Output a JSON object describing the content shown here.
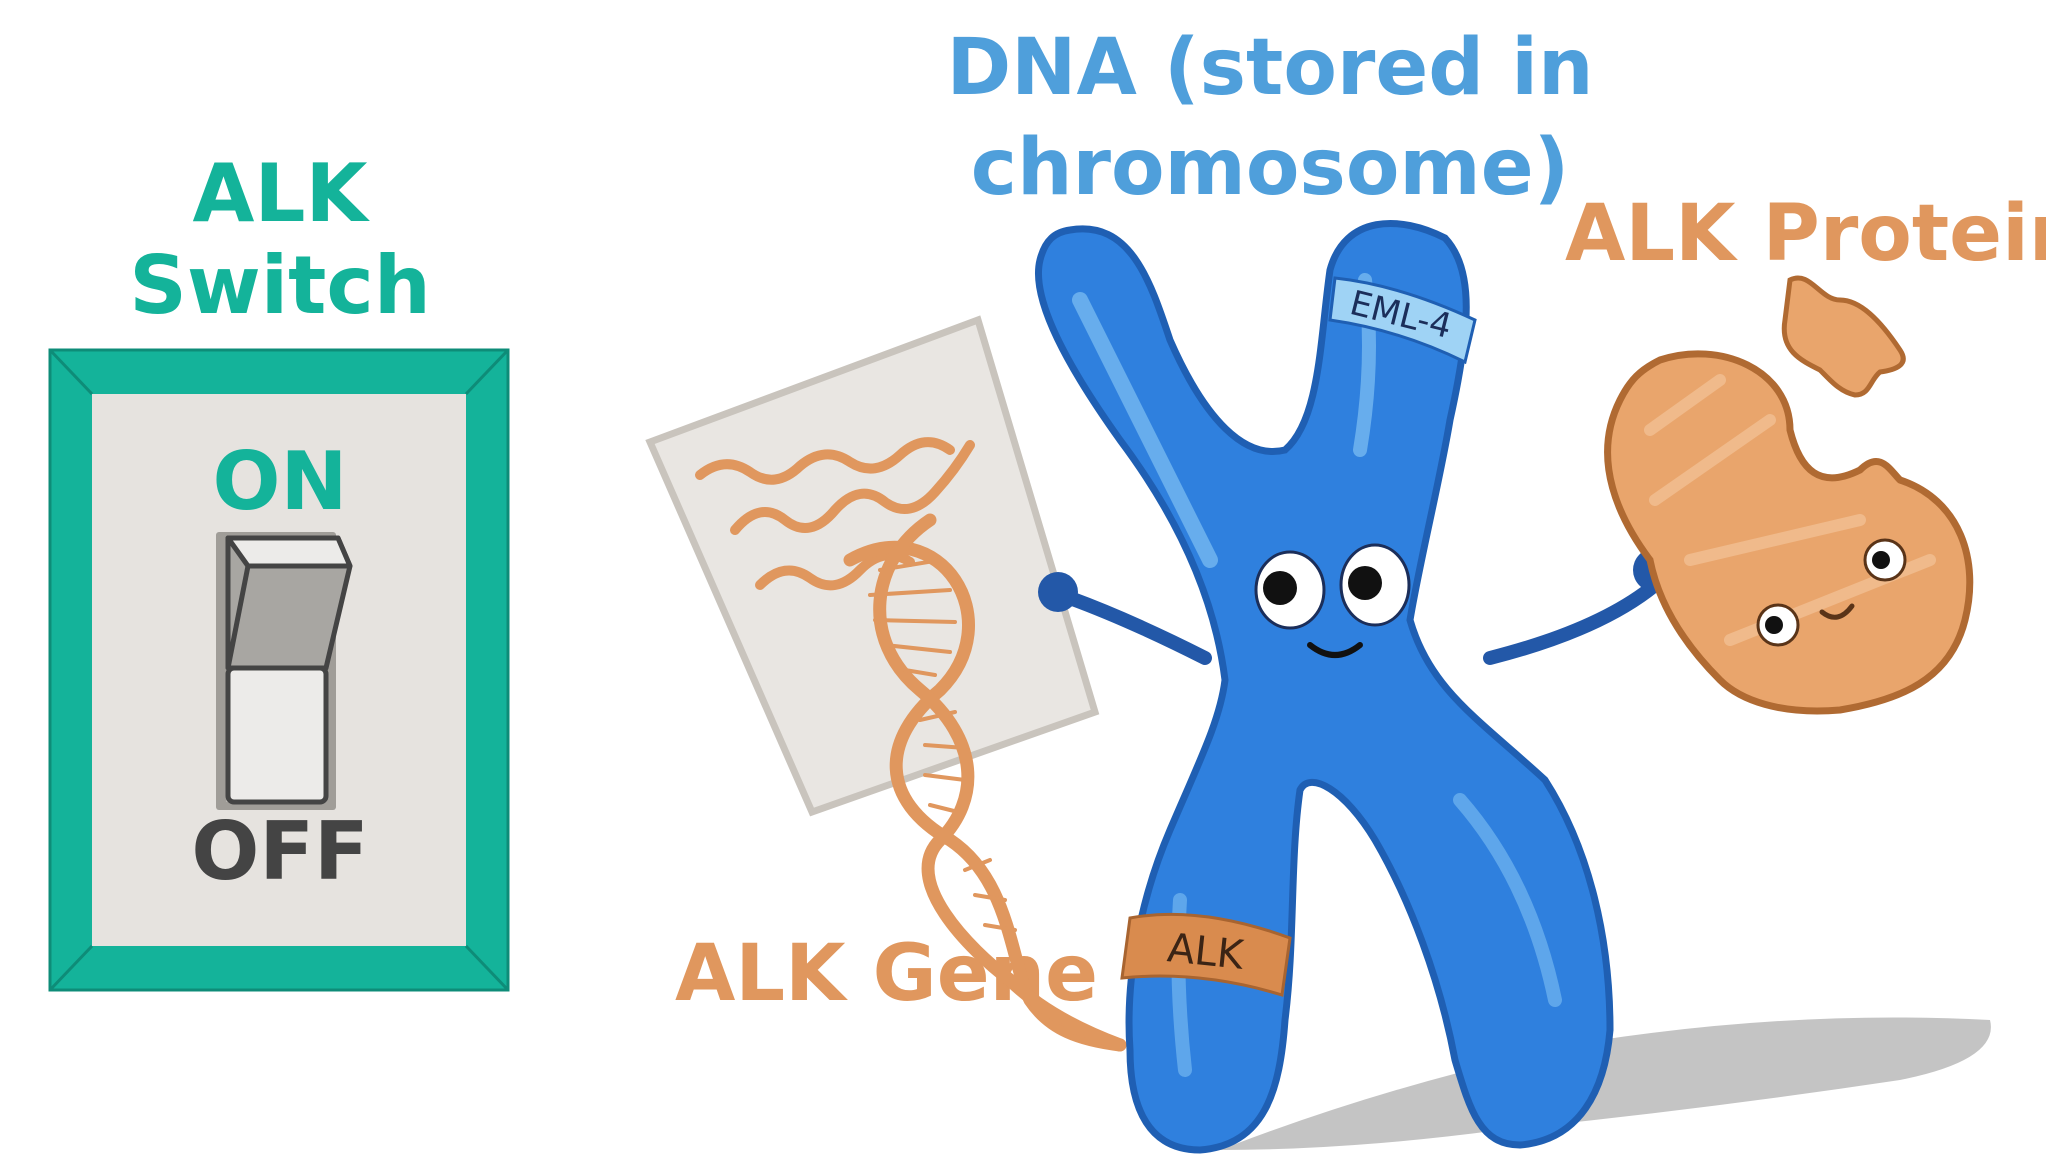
{
  "switch": {
    "title_line1": "ALK",
    "title_line2": "Switch",
    "on_label": "ON",
    "off_label": "OFF",
    "state": "on"
  },
  "dna": {
    "title_line1": "DNA (stored in",
    "title_line2": "chromosome)"
  },
  "chromosome": {
    "top_band_label": "EML-4",
    "bottom_band_label": "ALK"
  },
  "protein": {
    "label": "ALK Protein"
  },
  "gene": {
    "label": "ALK Gene"
  },
  "colors": {
    "teal": "#14b39a",
    "blue": "#4f9fdb",
    "chromosome_blue": "#2f80de",
    "orange": "#e0975e",
    "switch_plate": "#e6e3df",
    "dark_text": "#444444"
  }
}
